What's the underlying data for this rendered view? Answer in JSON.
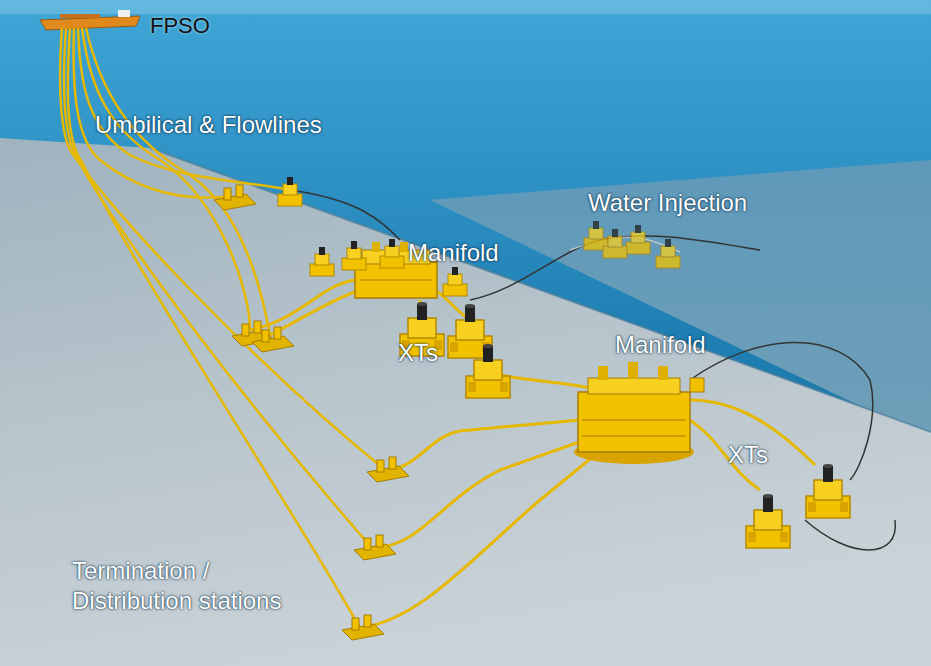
{
  "diagram": {
    "labels": [
      "FPSO",
      "Umbilical & Flowlines",
      "Water Injection",
      "Manifold",
      "XTs",
      "Manifold",
      "XTs",
      "Termination / Distribution stations"
    ]
  }
}
